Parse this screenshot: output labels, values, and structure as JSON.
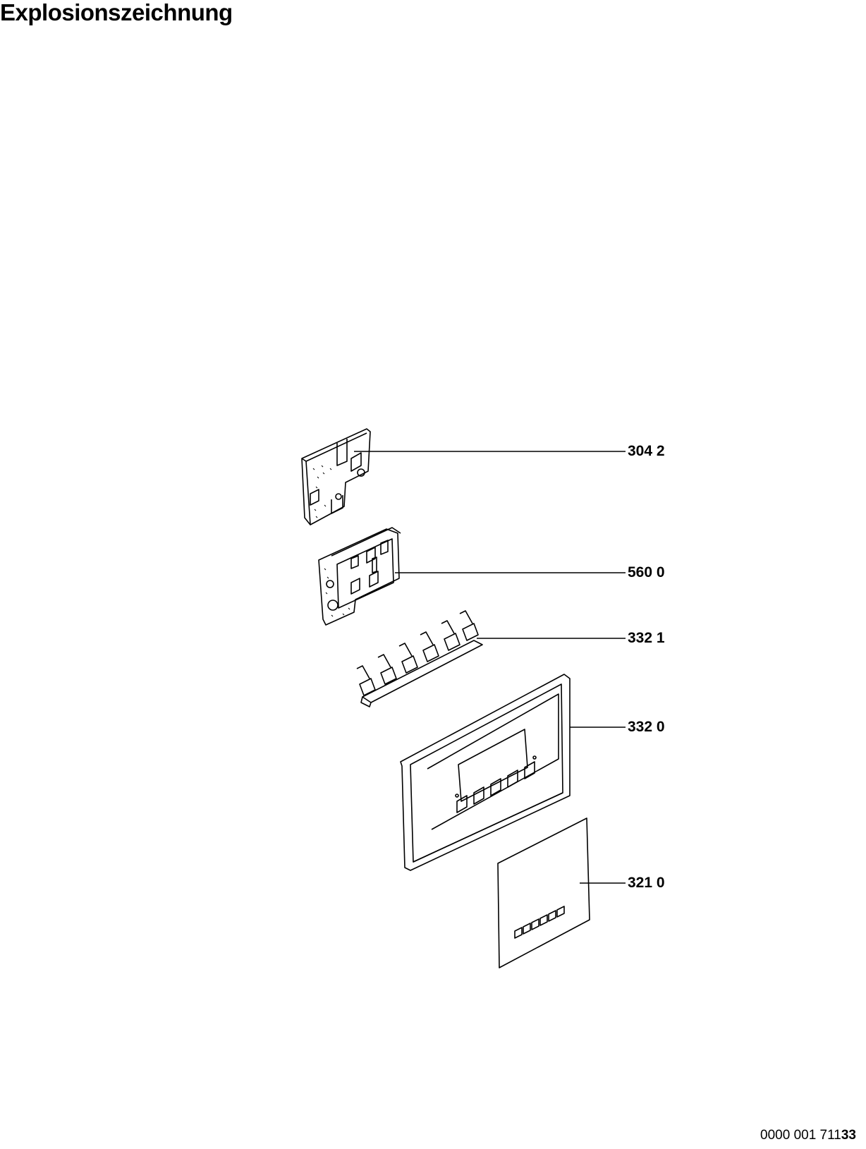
{
  "title": "Explosionszeichnung",
  "parts": [
    {
      "id": "part-304-2",
      "label": "304 2"
    },
    {
      "id": "part-560-0",
      "label": "560 0"
    },
    {
      "id": "part-332-1",
      "label": "332 1"
    },
    {
      "id": "part-332-0",
      "label": "332 0"
    },
    {
      "id": "part-321-0",
      "label": "321 0"
    }
  ],
  "document_number": {
    "main": "0000 001 711",
    "suffix": "33"
  }
}
